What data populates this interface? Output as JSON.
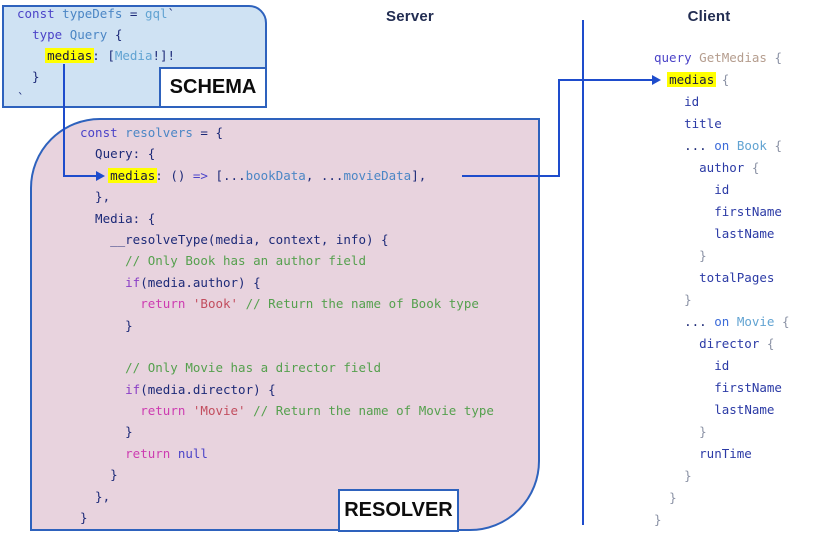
{
  "headers": {
    "server": "Server",
    "client": "Client"
  },
  "labels": {
    "schema": "SCHEMA",
    "resolver": "RESOLVER"
  },
  "colors": {
    "arrow_blue": "#1e4ccc",
    "box_border": "#2e62bd",
    "schema_fill": "#cfe2f3",
    "resolver_fill": "#e8d3de",
    "highlight": "#ffff00",
    "comment_green": "#55a04e",
    "keyword_violet": "#4b43c8",
    "return_magenta": "#cd3cb1",
    "string_rose": "#c24d5e"
  },
  "schema_code": [
    [
      [
        "kw",
        "const"
      ],
      [
        "plain",
        " "
      ],
      [
        "var",
        "typeDefs"
      ],
      [
        "plain",
        " = "
      ],
      [
        "type",
        "gql"
      ],
      [
        "plain",
        "`"
      ]
    ],
    [
      [
        "plain",
        "  "
      ],
      [
        "kw",
        "type"
      ],
      [
        "plain",
        " "
      ],
      [
        "var",
        "Query"
      ],
      [
        "plain",
        " {"
      ]
    ],
    [
      [
        "plain",
        "    "
      ],
      [
        "hl",
        "medias"
      ],
      [
        "plain",
        ": ["
      ],
      [
        "type",
        "Media"
      ],
      [
        "plain",
        "!]!"
      ]
    ],
    [
      [
        "plain",
        "  }"
      ]
    ],
    [
      [
        "plain",
        "`"
      ]
    ]
  ],
  "resolver_code": [
    [
      [
        "kw",
        "const"
      ],
      [
        "plain",
        " "
      ],
      [
        "var",
        "resolvers"
      ],
      [
        "plain",
        " = {"
      ]
    ],
    [
      [
        "plain",
        "  Query: {"
      ]
    ],
    [
      [
        "plain",
        "    "
      ],
      [
        "hl",
        "medias"
      ],
      [
        "plain",
        ": () "
      ],
      [
        "kw",
        "=>"
      ],
      [
        "plain",
        " [..."
      ],
      [
        "var",
        "bookData"
      ],
      [
        "plain",
        ", ..."
      ],
      [
        "var",
        "movieData"
      ],
      [
        "plain",
        "],"
      ]
    ],
    [
      [
        "plain",
        "  },"
      ]
    ],
    [
      [
        "plain",
        "  Media: {"
      ]
    ],
    [
      [
        "plain",
        "    __resolveType(media, context, info) {"
      ]
    ],
    [
      [
        "comment",
        "      // Only Book has an author field"
      ]
    ],
    [
      [
        "plain",
        "      "
      ],
      [
        "ctrl",
        "if"
      ],
      [
        "plain",
        "(media.author) {"
      ]
    ],
    [
      [
        "plain",
        "        "
      ],
      [
        "ret",
        "return"
      ],
      [
        "plain",
        " "
      ],
      [
        "str",
        "'Book'"
      ],
      [
        "plain",
        " "
      ],
      [
        "comment",
        "// Return the name of Book type"
      ]
    ],
    [
      [
        "plain",
        "      }"
      ]
    ],
    [],
    [
      [
        "comment",
        "      // Only Movie has a director field"
      ]
    ],
    [
      [
        "plain",
        "      "
      ],
      [
        "ctrl",
        "if"
      ],
      [
        "plain",
        "(media.director) {"
      ]
    ],
    [
      [
        "plain",
        "        "
      ],
      [
        "ret",
        "return"
      ],
      [
        "plain",
        " "
      ],
      [
        "str",
        "'Movie'"
      ],
      [
        "plain",
        " "
      ],
      [
        "comment",
        "// Return the name of Movie type"
      ]
    ],
    [
      [
        "plain",
        "      }"
      ]
    ],
    [
      [
        "plain",
        "      "
      ],
      [
        "ret",
        "return"
      ],
      [
        "plain",
        " "
      ],
      [
        "kw",
        "null"
      ]
    ],
    [
      [
        "plain",
        "    }"
      ]
    ],
    [
      [
        "plain",
        "  },"
      ]
    ],
    [
      [
        "plain",
        "}"
      ]
    ]
  ],
  "client_code": [
    [
      [
        "kw",
        "query"
      ],
      [
        "plain",
        " "
      ],
      [
        "opname",
        "GetMedias"
      ],
      [
        "plain",
        " "
      ],
      [
        "punct",
        "{"
      ]
    ],
    [
      [
        "plain",
        "  "
      ],
      [
        "hl",
        "medias"
      ],
      [
        "plain",
        " "
      ],
      [
        "punct",
        "{"
      ]
    ],
    [
      [
        "plain",
        "    "
      ],
      [
        "field",
        "id"
      ]
    ],
    [
      [
        "plain",
        "    "
      ],
      [
        "field",
        "title"
      ]
    ],
    [
      [
        "plain",
        "    ... "
      ],
      [
        "onkw",
        "on"
      ],
      [
        "plain",
        " "
      ],
      [
        "type",
        "Book"
      ],
      [
        "plain",
        " "
      ],
      [
        "punct",
        "{"
      ]
    ],
    [
      [
        "plain",
        "      "
      ],
      [
        "field",
        "author"
      ],
      [
        "plain",
        " "
      ],
      [
        "punct",
        "{"
      ]
    ],
    [
      [
        "plain",
        "        "
      ],
      [
        "field",
        "id"
      ]
    ],
    [
      [
        "plain",
        "        "
      ],
      [
        "field",
        "firstName"
      ]
    ],
    [
      [
        "plain",
        "        "
      ],
      [
        "field",
        "lastName"
      ]
    ],
    [
      [
        "plain",
        "      "
      ],
      [
        "punct",
        "}"
      ]
    ],
    [
      [
        "plain",
        "      "
      ],
      [
        "field",
        "totalPages"
      ]
    ],
    [
      [
        "plain",
        "    "
      ],
      [
        "punct",
        "}"
      ]
    ],
    [
      [
        "plain",
        "    ... "
      ],
      [
        "onkw",
        "on"
      ],
      [
        "plain",
        " "
      ],
      [
        "type",
        "Movie"
      ],
      [
        "plain",
        " "
      ],
      [
        "punct",
        "{"
      ]
    ],
    [
      [
        "plain",
        "      "
      ],
      [
        "field",
        "director"
      ],
      [
        "plain",
        " "
      ],
      [
        "punct",
        "{"
      ]
    ],
    [
      [
        "plain",
        "        "
      ],
      [
        "field",
        "id"
      ]
    ],
    [
      [
        "plain",
        "        "
      ],
      [
        "field",
        "firstName"
      ]
    ],
    [
      [
        "plain",
        "        "
      ],
      [
        "field",
        "lastName"
      ]
    ],
    [
      [
        "plain",
        "      "
      ],
      [
        "punct",
        "}"
      ]
    ],
    [
      [
        "plain",
        "      "
      ],
      [
        "field",
        "runTime"
      ]
    ],
    [
      [
        "plain",
        "    "
      ],
      [
        "punct",
        "}"
      ]
    ],
    [
      [
        "plain",
        "  "
      ],
      [
        "punct",
        "}"
      ]
    ],
    [
      [
        "punct",
        "}"
      ]
    ]
  ]
}
